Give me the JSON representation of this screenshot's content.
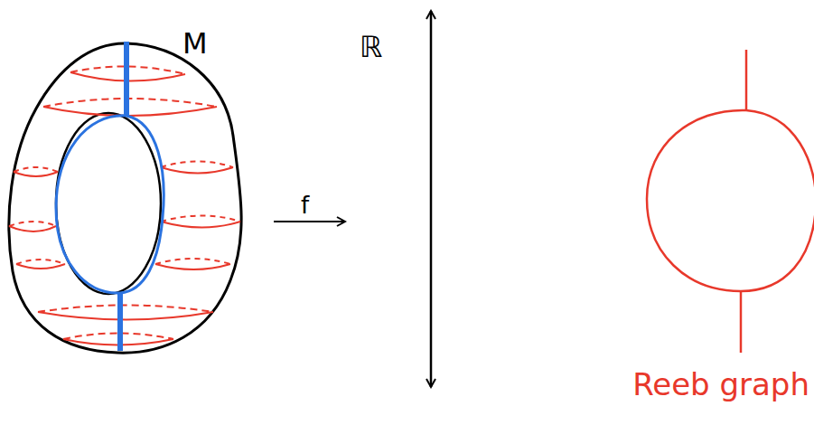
{
  "diagram": {
    "labels": [
      "M",
      "ℝ",
      "f",
      "Reeb graph"
    ]
  }
}
